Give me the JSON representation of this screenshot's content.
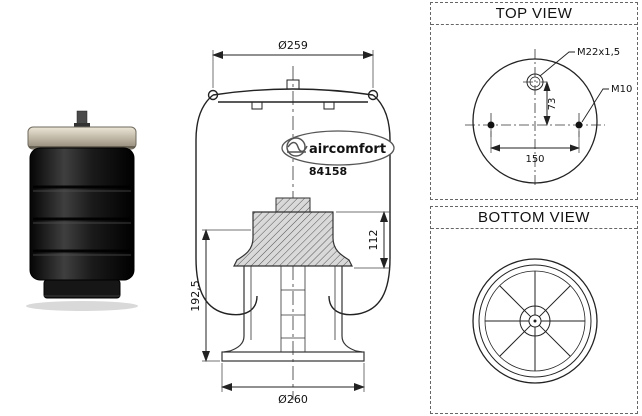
{
  "photo": {
    "label": "air spring product photo"
  },
  "drawing": {
    "dim_top": "Ø259",
    "dim_bottom": "Ø260",
    "dim_left": "192,5",
    "dim_right": "112",
    "logo": "aircomfort",
    "part_number": "84158"
  },
  "top_view": {
    "title": "TOP VIEW",
    "thread_center": "M22x1,5",
    "thread_side": "M10",
    "dim_offset": "73",
    "dim_spacing": "150"
  },
  "bottom_view": {
    "title": "BOTTOM VIEW"
  }
}
